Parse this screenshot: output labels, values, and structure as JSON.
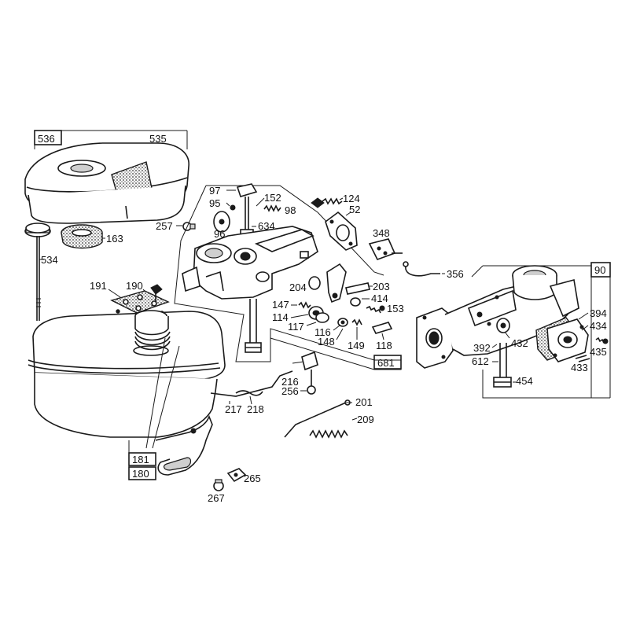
{
  "labels": {
    "l536": "536",
    "l535": "535",
    "l163": "163",
    "l534": "534",
    "l257": "257",
    "l191": "191",
    "l190": "190",
    "l181": "181",
    "l180": "180",
    "l267": "267",
    "l265": "265",
    "l217": "217",
    "l218": "218",
    "l216": "216",
    "l256": "256",
    "l201": "201",
    "l209": "209",
    "l97": "97",
    "l95": "95",
    "l96": "96",
    "l152": "152",
    "l98": "98",
    "l634": "634",
    "l124": "124",
    "l52": "52",
    "l348": "348",
    "l356": "356",
    "l204": "204",
    "l203": "203",
    "l414": "414",
    "l153": "153",
    "l147": "147",
    "l114": "114",
    "l117": "117",
    "l116": "116",
    "l148": "148",
    "l149": "149",
    "l118": "118",
    "l681": "681",
    "l90": "90",
    "l394": "394",
    "l434": "434",
    "l435": "435",
    "l433": "433",
    "l392": "392",
    "l432": "432",
    "l612": "612",
    "l454": "454"
  }
}
